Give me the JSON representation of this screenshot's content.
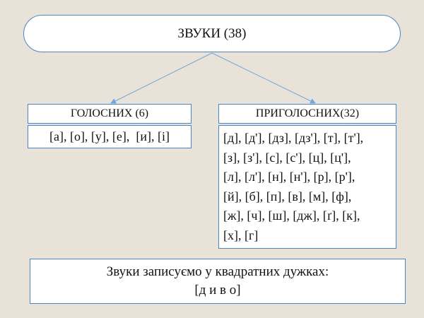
{
  "root": {
    "label": "ЗВУКИ (38)"
  },
  "vowels": {
    "title": "ГОЛОСНИХ (6)",
    "list": "[а], [о], [у], [е],  [и], [і]"
  },
  "consonants": {
    "title": "ПРИГОЛОСНИХ(32)",
    "lines": [
      "[д], [д'], [дз], [дз'], [т], [т'],",
      "[з], [з'], [с], [с'], [ц], [ц'],",
      "[л], [л'], [н], [н'], [р], [р'],",
      "[й], [б], [п], [в], [м], [ф],",
      "[ж], [ч], [ш], [дж], [ґ], [к],",
      "[х], [г]"
    ]
  },
  "note": {
    "line1": "Звуки записуємо у квадратних дужках:",
    "line2": "[д и в о]"
  },
  "colors": {
    "background": "#e8e2d8",
    "box_border": "#4a86c5",
    "arrow": "#6fa8dc"
  }
}
